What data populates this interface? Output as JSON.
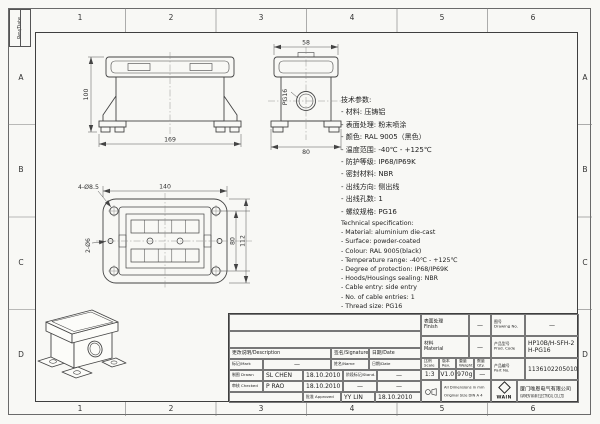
{
  "grid": {
    "cols": [
      "1",
      "2",
      "3",
      "4",
      "5",
      "6"
    ],
    "rows": [
      "A",
      "B",
      "C",
      "D"
    ],
    "rev_box_label": "Rev/Date"
  },
  "views": {
    "front": {
      "dim_width": "169",
      "dim_height": "100"
    },
    "side": {
      "dim_top": "58",
      "dim_bottom": "80",
      "thread_label": "PG16"
    },
    "top": {
      "dim_width": "140",
      "corner_holes_note": "4-Ø8.5",
      "side_holes_note": "2-Ø6",
      "dim_holes_vertical": "80",
      "dim_outer_vertical": "112"
    }
  },
  "specs_cn": {
    "title": "技术参数:",
    "lines": [
      "- 材料: 压铸铝",
      "- 表面处理: 粉末喷涂",
      "- 颜色: RAL 9005（黑色）",
      "- 温度范围: -40℃ - +125℃",
      "- 防护等级: IP68/IP69K",
      "- 密封材料: NBR",
      "- 出线方向: 侧出线",
      "- 出线孔数: 1",
      "- 螺纹规格: PG16"
    ]
  },
  "specs_en": {
    "title": "Technical specification:",
    "lines": [
      "- Material: aluminium die-cast",
      "- Surface: powder-coated",
      "- Colour: RAL 9005(black)",
      "- Temperature range: -40℃ - +125℃",
      "- Degree of protection: IP68/IP69K",
      "- Hoods/Housings sealing: NBR",
      "- Cable entry: side entry",
      "- No. of cable entries: 1",
      "- Thread size: PG16"
    ]
  },
  "titleblock": {
    "change": {
      "desc_header": "更改说明/Description",
      "sig_header": "签名/Signature",
      "date_header": "日期/Date",
      "mark_header": "标记/Mark",
      "name_header": "姓名/Name",
      "date_header2": "日期/Date",
      "stand_header": "阶段标记/Stand.",
      "dash": "—",
      "drawn_cn": "制图",
      "drawn_en": "Drawn",
      "drawn_name": "SL CHEN",
      "drawn_date": "18.10.2010",
      "checked_cn": "审核",
      "checked_en": "Checked",
      "checked_name": "P RAO",
      "checked_date": "18.10.2010",
      "approved_cn": "批准",
      "approved_en": "Approved",
      "approved_name": "YY LIN",
      "approved_date": "18.10.2010"
    },
    "info": {
      "finish_cn": "表面处理",
      "finish_en": "Finish",
      "finish_val": "—",
      "material_cn": "材料",
      "material_en": "Material",
      "material_val": "—",
      "scale_cn": "比例",
      "scale_en": "Scale",
      "scale_val": "1:3",
      "rev_cn": "版本",
      "rev_en": "Rev.",
      "rev_val": "V1.0",
      "weight_cn": "重量",
      "weight_en": "Weight",
      "weight_val": "970g",
      "qty_cn": "数量",
      "qty_en": "Qty.",
      "qty_val": "—",
      "note_line1": "All Dimensions in mm",
      "note_line2": "Original Size DIN A 4"
    },
    "ids": {
      "drawing_cn": "图号",
      "drawing_en": "Drawing No.",
      "drawing_val": "—",
      "prodcode_cn": "产品型号",
      "prodcode_en": "Prod. Code",
      "prodcode_val": "HP10B/H-SFH-2H-PG16",
      "partno_cn": "产品编号",
      "partno_en": "Part No.",
      "partno_val": "1136102205010"
    },
    "company": {
      "logo": "WAIN",
      "name_cn": "厦门唯恩电气有限公司",
      "name_en": "XIAMEN WAIN ELECTRICAL CO.,LTD"
    }
  }
}
